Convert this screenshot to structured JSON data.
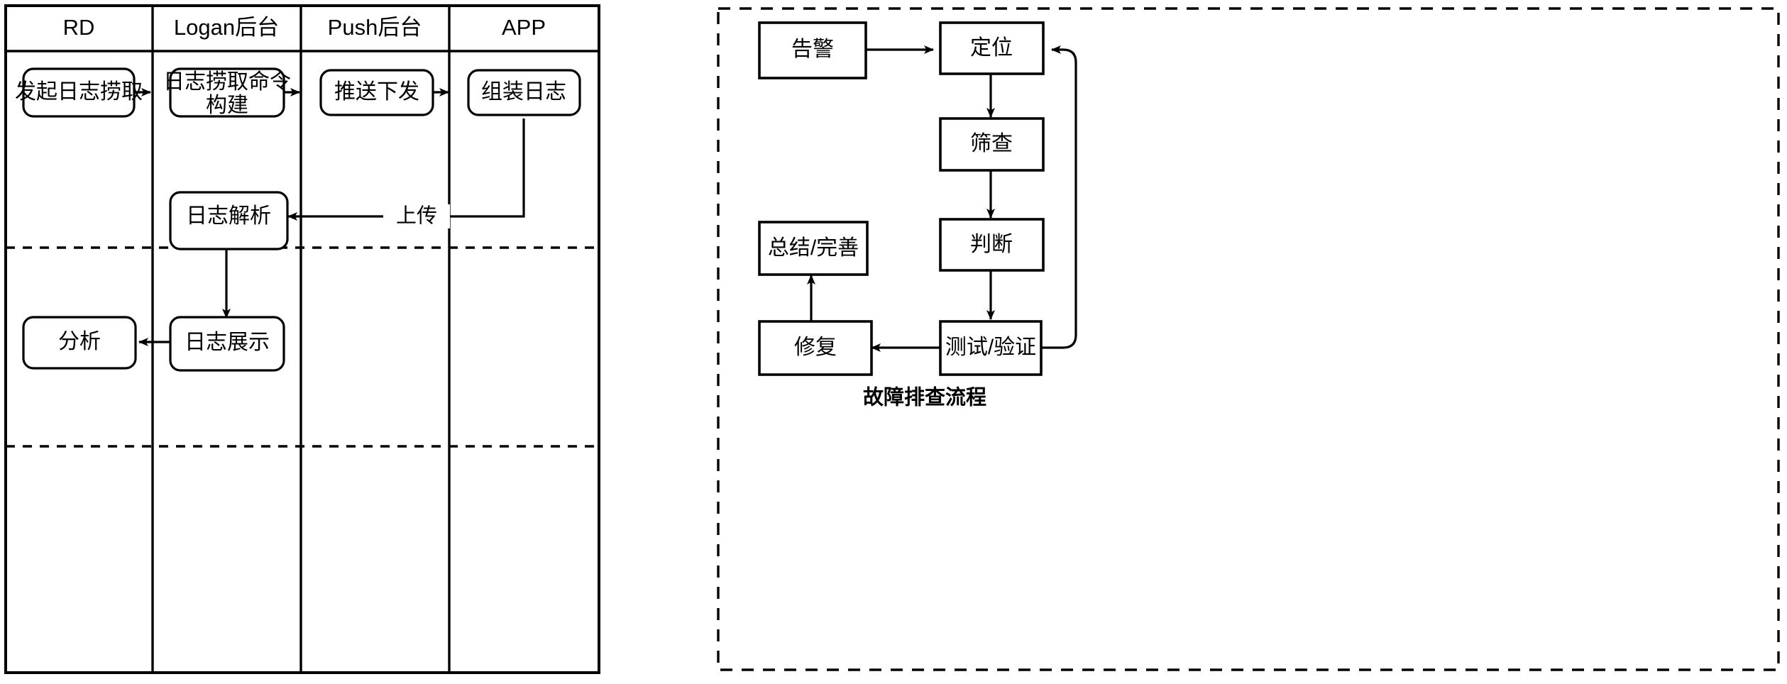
{
  "diagram": {
    "left": {
      "name": "log-retrieval-swimlane",
      "lanes": [
        {
          "id": "rd",
          "header": "RD"
        },
        {
          "id": "logan",
          "header": "Logan后台"
        },
        {
          "id": "push",
          "header": "Push后台"
        },
        {
          "id": "app",
          "header": "APP"
        }
      ],
      "nodes": [
        {
          "id": "n1",
          "label": "发起日志捞取",
          "lane": "rd",
          "shape": "rounded"
        },
        {
          "id": "n2",
          "label": "日志捞取命令\n构建",
          "line1": "日志捞取命令",
          "line2": "构建",
          "lane": "logan",
          "shape": "rounded"
        },
        {
          "id": "n3",
          "label": "推送下发",
          "lane": "push",
          "shape": "rounded"
        },
        {
          "id": "n4",
          "label": "组装日志",
          "lane": "app",
          "shape": "rounded"
        },
        {
          "id": "n5",
          "label": "日志解析",
          "lane": "logan",
          "shape": "rounded"
        },
        {
          "id": "n6",
          "label": "日志展示",
          "lane": "logan",
          "shape": "rounded"
        },
        {
          "id": "n7",
          "label": "分析",
          "lane": "rd",
          "shape": "rounded"
        }
      ],
      "edges": [
        {
          "from": "n1",
          "to": "n2",
          "label": ""
        },
        {
          "from": "n2",
          "to": "n3",
          "label": ""
        },
        {
          "from": "n3",
          "to": "n4",
          "label": ""
        },
        {
          "from": "n4",
          "to": "n5",
          "label": "上传"
        },
        {
          "from": "n5",
          "to": "n6",
          "label": ""
        },
        {
          "from": "n6",
          "to": "n7",
          "label": ""
        }
      ]
    },
    "right": {
      "name": "fault-troubleshooting-flow",
      "caption": "故障排查流程",
      "nodes": [
        {
          "id": "r1",
          "label": "告警",
          "shape": "rect"
        },
        {
          "id": "r2",
          "label": "定位",
          "shape": "rect"
        },
        {
          "id": "r3",
          "label": "筛查",
          "shape": "rect"
        },
        {
          "id": "r4",
          "label": "判断",
          "shape": "rect"
        },
        {
          "id": "r5",
          "label": "测试/验证",
          "shape": "rect"
        },
        {
          "id": "r6",
          "label": "修复",
          "shape": "rect"
        },
        {
          "id": "r7",
          "label": "总结/完善",
          "shape": "rect"
        }
      ],
      "edges": [
        {
          "from": "r1",
          "to": "r2",
          "label": ""
        },
        {
          "from": "r2",
          "to": "r3",
          "label": ""
        },
        {
          "from": "r3",
          "to": "r4",
          "label": ""
        },
        {
          "from": "r4",
          "to": "r5",
          "label": ""
        },
        {
          "from": "r5",
          "to": "r6",
          "label": ""
        },
        {
          "from": "r6",
          "to": "r7",
          "label": ""
        },
        {
          "from": "r5",
          "to": "r2",
          "label": ""
        }
      ]
    }
  },
  "colors": {
    "stroke": "#000000",
    "fill": "#ffffff",
    "background": "#ffffff"
  }
}
